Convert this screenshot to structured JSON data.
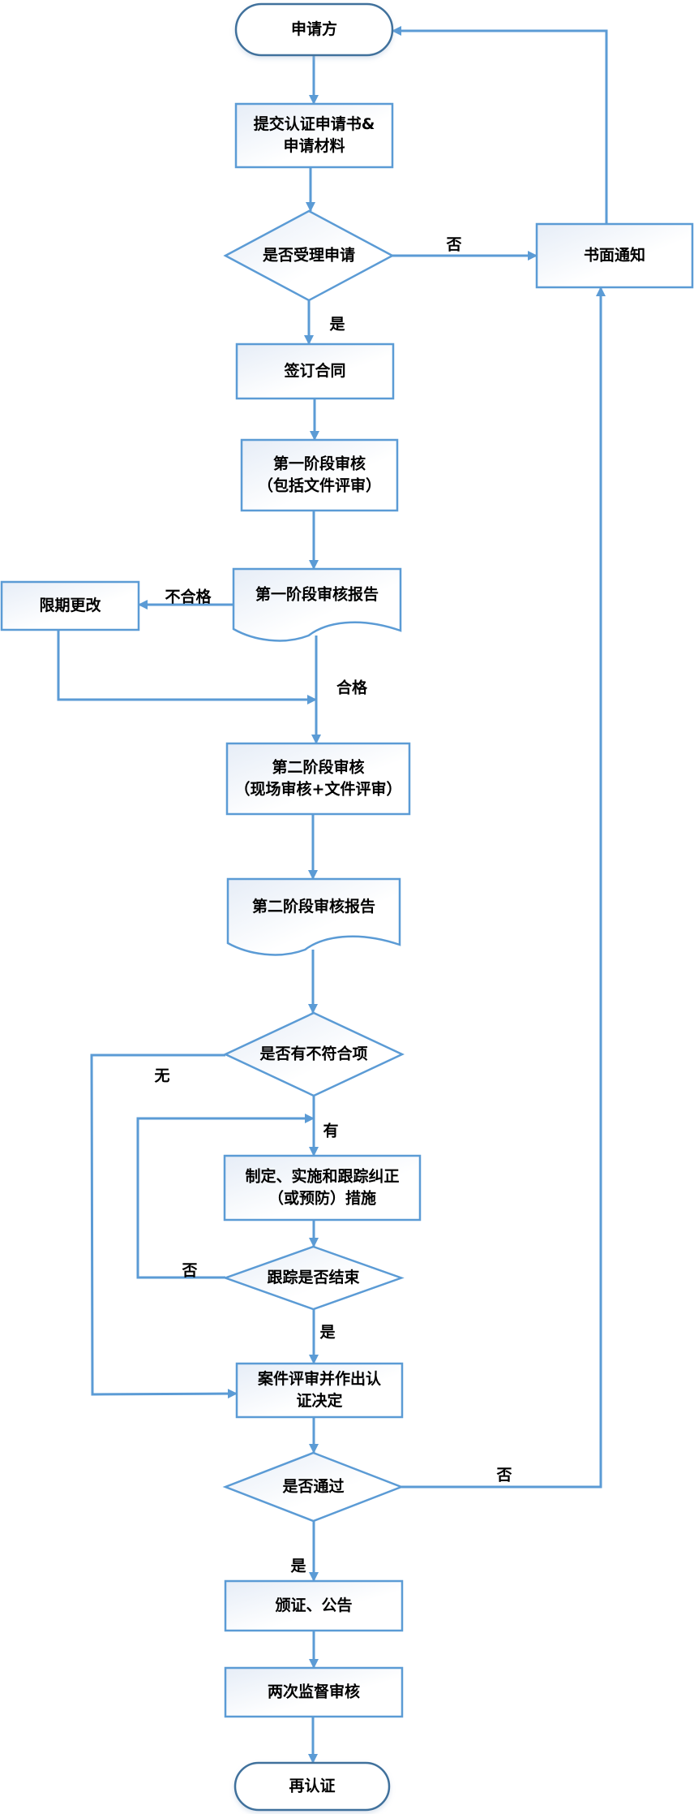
{
  "diagram": {
    "type": "flowchart",
    "colors": {
      "stroke": "#5b9bd5",
      "stroke_dark": "#41719c",
      "fill_start": "#e6edf7",
      "fill_end": "#ffffff",
      "text": "#000000"
    },
    "nodes": {
      "applicant": {
        "shape": "terminator",
        "lines": [
          "申请方"
        ]
      },
      "submit": {
        "shape": "process",
        "lines": [
          "提交认证申请书&",
          "申请材料"
        ]
      },
      "accept_decision": {
        "shape": "decision",
        "lines": [
          "是否受理申请"
        ]
      },
      "written_notice": {
        "shape": "process",
        "lines": [
          "书面通知"
        ]
      },
      "sign_contract": {
        "shape": "process",
        "lines": [
          "签订合同"
        ]
      },
      "stage1_audit": {
        "shape": "process",
        "lines": [
          "第一阶段审核",
          "（包括文件评审）"
        ]
      },
      "stage1_report": {
        "shape": "document",
        "lines": [
          "第一阶段审核报告"
        ]
      },
      "rectify": {
        "shape": "process",
        "lines": [
          "限期更改"
        ]
      },
      "stage2_audit": {
        "shape": "process",
        "lines": [
          "第二阶段审核",
          "（现场审核+文件评审）"
        ]
      },
      "stage2_report": {
        "shape": "document",
        "lines": [
          "第二阶段审核报告"
        ]
      },
      "nonconformity_decision": {
        "shape": "decision",
        "lines": [
          "是否有不符合项"
        ]
      },
      "corrective_action": {
        "shape": "process",
        "lines": [
          "制定、实施和跟踪纠正",
          "（或预防）措施"
        ]
      },
      "tracking_decision": {
        "shape": "decision",
        "lines": [
          "跟踪是否结束"
        ]
      },
      "case_review": {
        "shape": "process",
        "lines": [
          "案件评审并作出认",
          "证决定"
        ]
      },
      "pass_decision": {
        "shape": "decision",
        "lines": [
          "是否通过"
        ]
      },
      "certificate": {
        "shape": "process",
        "lines": [
          "颁证、公告"
        ]
      },
      "surveillance": {
        "shape": "process",
        "lines": [
          "两次监督审核"
        ]
      },
      "recertification": {
        "shape": "terminator",
        "lines": [
          "再认证"
        ]
      }
    },
    "edges": [
      {
        "from": "applicant",
        "to": "submit",
        "label": ""
      },
      {
        "from": "submit",
        "to": "accept_decision",
        "label": ""
      },
      {
        "from": "accept_decision",
        "to": "written_notice",
        "label": "否"
      },
      {
        "from": "accept_decision",
        "to": "sign_contract",
        "label": "是"
      },
      {
        "from": "written_notice",
        "to": "applicant",
        "label": ""
      },
      {
        "from": "sign_contract",
        "to": "stage1_audit",
        "label": ""
      },
      {
        "from": "stage1_audit",
        "to": "stage1_report",
        "label": ""
      },
      {
        "from": "stage1_report",
        "to": "rectify",
        "label": "不合格"
      },
      {
        "from": "stage1_report",
        "to": "stage2_audit",
        "label": "合格"
      },
      {
        "from": "rectify",
        "to": "stage2_audit",
        "label": ""
      },
      {
        "from": "stage2_audit",
        "to": "stage2_report",
        "label": ""
      },
      {
        "from": "stage2_report",
        "to": "nonconformity_decision",
        "label": ""
      },
      {
        "from": "nonconformity_decision",
        "to": "case_review",
        "label": "无"
      },
      {
        "from": "nonconformity_decision",
        "to": "corrective_action",
        "label": "有"
      },
      {
        "from": "corrective_action",
        "to": "tracking_decision",
        "label": ""
      },
      {
        "from": "tracking_decision",
        "to": "corrective_action",
        "label": "否"
      },
      {
        "from": "tracking_decision",
        "to": "case_review",
        "label": "是"
      },
      {
        "from": "case_review",
        "to": "pass_decision",
        "label": ""
      },
      {
        "from": "pass_decision",
        "to": "written_notice",
        "label": "否"
      },
      {
        "from": "pass_decision",
        "to": "certificate",
        "label": "是"
      },
      {
        "from": "certificate",
        "to": "surveillance",
        "label": ""
      },
      {
        "from": "surveillance",
        "to": "recertification",
        "label": ""
      }
    ]
  }
}
